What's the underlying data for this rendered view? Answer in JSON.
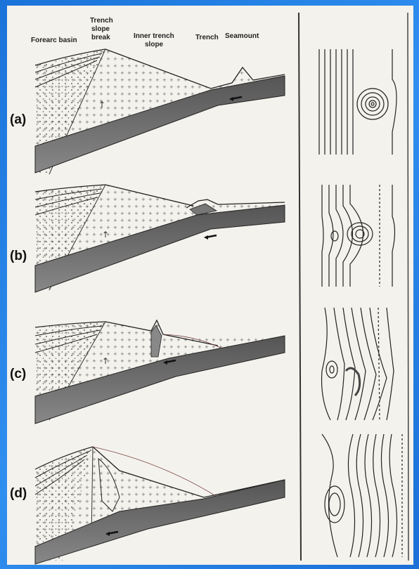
{
  "headers": {
    "forearc_basin": "Forearc basin",
    "trench_slope_line1": "Trench",
    "trench_slope_line2": "slope",
    "trench_slope_line3": "break",
    "inner_slope_line1": "Inner trench",
    "inner_slope_line2": "slope",
    "trench": "Trench",
    "seamount": "Seamount"
  },
  "panels": [
    {
      "label": "(a)"
    },
    {
      "label": "(b)"
    },
    {
      "label": "(c)"
    },
    {
      "label": "(d)"
    }
  ],
  "colors": {
    "background": "#1b74da",
    "paper": "#f4f2ec",
    "plate": "#6b6b6b",
    "ink": "#222222"
  }
}
